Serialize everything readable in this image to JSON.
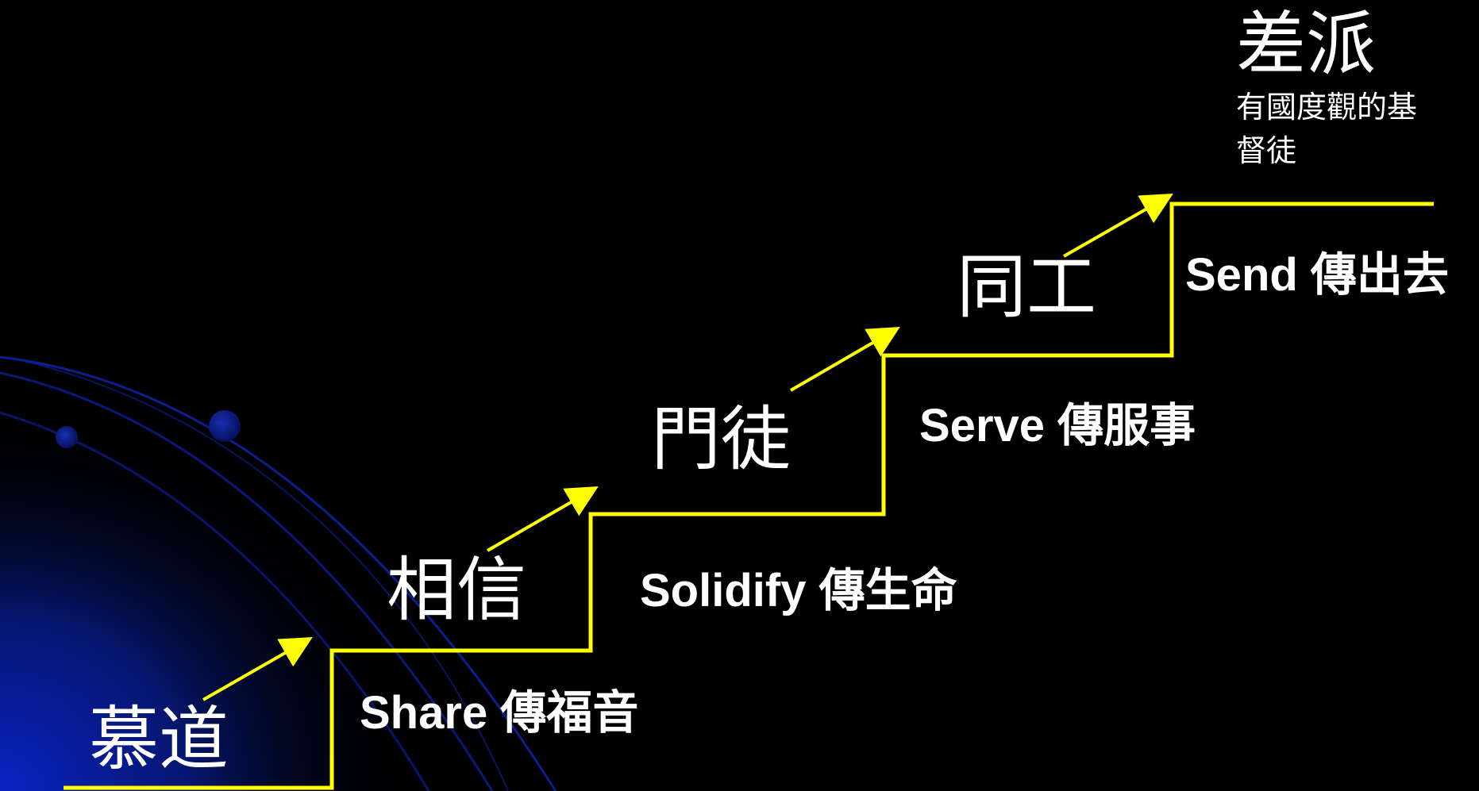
{
  "stages": [
    {
      "label": "慕道"
    },
    {
      "label": "相信"
    },
    {
      "label": "門徒"
    },
    {
      "label": "同工"
    },
    {
      "label": "差派",
      "sublabel": "有國度觀的基督徒"
    }
  ],
  "actions": [
    {
      "label": "Share 傳福音"
    },
    {
      "label": "Solidify 傳生命"
    },
    {
      "label": "Serve 傳服事"
    },
    {
      "label": "Send 傳出去"
    }
  ],
  "colors": {
    "background": "#000000",
    "staircase": "#ffff00",
    "arrow": "#ffff00",
    "text": "#ffffff",
    "accent_gradient": "#0a1fa8",
    "orb": "#0b1a8a"
  }
}
